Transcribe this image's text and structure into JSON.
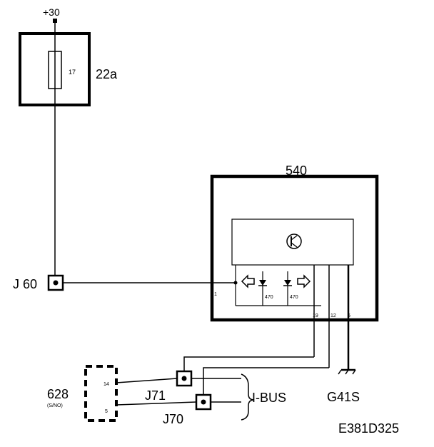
{
  "diagram": {
    "supply_label": "+30",
    "fuse_box": {
      "id": "22a",
      "fuse_label": "17"
    },
    "module": {
      "id": "540",
      "pin_1": "1",
      "pin_19": "19",
      "pin_12": "12",
      "pin_5": "5",
      "resistor_left": "470",
      "resistor_right": "470"
    },
    "connector": {
      "id": "628",
      "sub_label": "(S/NO)",
      "pin_14": "14",
      "pin_5": "5"
    },
    "junctions": {
      "j60": "J 60",
      "j71": "J71",
      "j70": "J70"
    },
    "bus_label": "I-BUS",
    "ground_label": "G41S",
    "drawing_code": "E381D325"
  }
}
